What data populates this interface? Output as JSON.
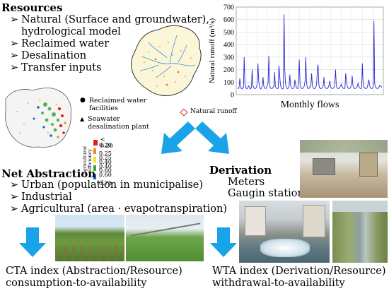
{
  "resources": {
    "heading": "Resources",
    "items": [
      {
        "label": "Natural (Surface and groundwater),",
        "sub": "hydrological model"
      },
      {
        "label": "Reclaimed water",
        "sub": ""
      },
      {
        "label": "Desalination",
        "sub": ""
      },
      {
        "label": "Transfer inputs",
        "sub": ""
      }
    ]
  },
  "map_legend": {
    "reclaimed": "Reclaimed water facilities",
    "reclaimed_1": "Reclaimed water",
    "reclaimed_2": "facilities",
    "desal_1": "Seawater",
    "desal_2": "desalination plant",
    "natural_runoff": "Natural runoff",
    "efficiency_title": "Agricultural efficiency",
    "efficiency_classes": [
      {
        "label": "< 0.20",
        "color": "#e02020"
      },
      {
        "label": "0.20 - 0.25",
        "color": "#f08a1c"
      },
      {
        "label": "0.25 - 0.40",
        "color": "#f2e22a"
      },
      {
        "label": "0.40 - 0.60",
        "color": "#3aaa35"
      },
      {
        "label": "0.60 - 0.75",
        "color": "#1f5fd1"
      }
    ]
  },
  "chart_data": {
    "type": "line",
    "title": "Monthly flows",
    "ylabel": "Natural runoff (m³/s)",
    "ylim": [
      0,
      700
    ],
    "yticks": [
      0,
      100,
      200,
      300,
      400,
      500,
      600,
      700
    ],
    "grid": true,
    "color": "#2a2ad0",
    "values": [
      52,
      48,
      60,
      130,
      75,
      50,
      45,
      55,
      60,
      300,
      90,
      55,
      50,
      48,
      52,
      70,
      65,
      50,
      45,
      60,
      200,
      80,
      55,
      50,
      48,
      52,
      60,
      90,
      250,
      120,
      60,
      50,
      45,
      55,
      70,
      140,
      70,
      55,
      50,
      48,
      60,
      80,
      95,
      310,
      85,
      55,
      50,
      48,
      52,
      60,
      70,
      180,
      65,
      55,
      50,
      48,
      52,
      230,
      150,
      80,
      55,
      48,
      45,
      50,
      640,
      200,
      90,
      60,
      50,
      48,
      55,
      70,
      160,
      75,
      55,
      50,
      48,
      52,
      60,
      120,
      80,
      55,
      50,
      48,
      130,
      280,
      90,
      60,
      50,
      48,
      52,
      62,
      70,
      110,
      300,
      95,
      60,
      50,
      48,
      55,
      65,
      70,
      170,
      80,
      55,
      50,
      48,
      52,
      60,
      90,
      210,
      240,
      80,
      55,
      50,
      48,
      52,
      58,
      70,
      140,
      65,
      55,
      50,
      48,
      52,
      60,
      75,
      110,
      70,
      55,
      50,
      48,
      52,
      60,
      90,
      200,
      80,
      55,
      50,
      48,
      52,
      60,
      70,
      85,
      65,
      55,
      50,
      48,
      52,
      170,
      120,
      70,
      55,
      50,
      48,
      52,
      62,
      80,
      150,
      75,
      55,
      50,
      48,
      52,
      60,
      65,
      90,
      70,
      55,
      50,
      48,
      52,
      250,
      100,
      65,
      55,
      50,
      48,
      52,
      62,
      90,
      120,
      75,
      55,
      50,
      48,
      52,
      60,
      590,
      90,
      60,
      55,
      50,
      48,
      52,
      60,
      75,
      70,
      65,
      60
    ]
  },
  "net_abstraction": {
    "heading": "Net Abstraction",
    "items": [
      "Urban (population in municipalise)",
      "Industrial",
      "Agricultural (area · evapotranspiration)"
    ]
  },
  "derivation": {
    "heading": "Derivation",
    "items": [
      "Meters",
      "Gaugin stations"
    ]
  },
  "cta": {
    "line1": "CTA index (Abstraction/Resource)",
    "line2": "consumption-to-availability"
  },
  "wta": {
    "line1": "WTA index  (Derivation/Resource)",
    "line2": "withdrawal-to-availability"
  },
  "colors": {
    "arrow": "#1aa3e8",
    "runoff_marker": "#d9302c"
  }
}
